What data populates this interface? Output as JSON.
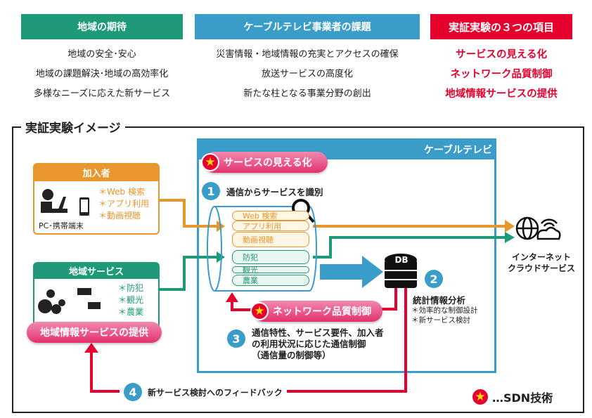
{
  "top": {
    "expectations": {
      "title": "地域の期待",
      "items": [
        "地域の安全･安心",
        "地域の課題解決･地域の高効率化",
        "多様なニーズに応えた新サービス"
      ]
    },
    "issues": {
      "title": "ケーブルテレビ事業者の課題",
      "items": [
        "災害情報・地域情報の充実とアクセスの確保",
        "放送サービスの高度化",
        "新たな柱となる事業分野の創出"
      ]
    },
    "items3": {
      "title": "実証実験の３つの項目",
      "items": [
        "サービスの見える化",
        "ネットワーク品質制御",
        "地域情報サービスの提供"
      ]
    }
  },
  "diagram": {
    "title": "実証実験イメージ",
    "cabletv": "ケーブルテレビ",
    "visualize": "サービスの見える化",
    "step1": "通信からサービスを識別",
    "bars": [
      "Web 検索",
      "アプリ利用",
      "動画視聴",
      "防犯",
      "観光",
      "農業"
    ],
    "subscriber": {
      "title": "加入者",
      "device": "PC･携帯端末",
      "items": [
        "＊Web 検索",
        "＊アプリ利用",
        "＊動画視聴"
      ]
    },
    "regional": {
      "title": "地域サービス",
      "items": [
        "＊防犯",
        "＊観光",
        "＊農業"
      ]
    },
    "regional_pill": "地域情報サービスの提供",
    "db": "DB",
    "step2": {
      "title": "統計情報分析",
      "items": [
        "＊効率的な制御設計",
        "＊新サービス検討"
      ]
    },
    "nq_pill": "ネットワーク品質制御",
    "step3": [
      "通信特性、サービス要件、加入者",
      "の利用状況に応じた通信制御",
      "（通信量の制御等）"
    ],
    "step4": "新サービス検討へのフィードバック",
    "internet": [
      "インターネット",
      "クラウドサービス"
    ],
    "legend": "…SDN技術",
    "numbers": [
      "1",
      "2",
      "3",
      "4"
    ]
  },
  "colors": {
    "green": "#1e9a78",
    "blue": "#3a9cc8",
    "red": "#e5002d",
    "orange": "#e8962e"
  }
}
